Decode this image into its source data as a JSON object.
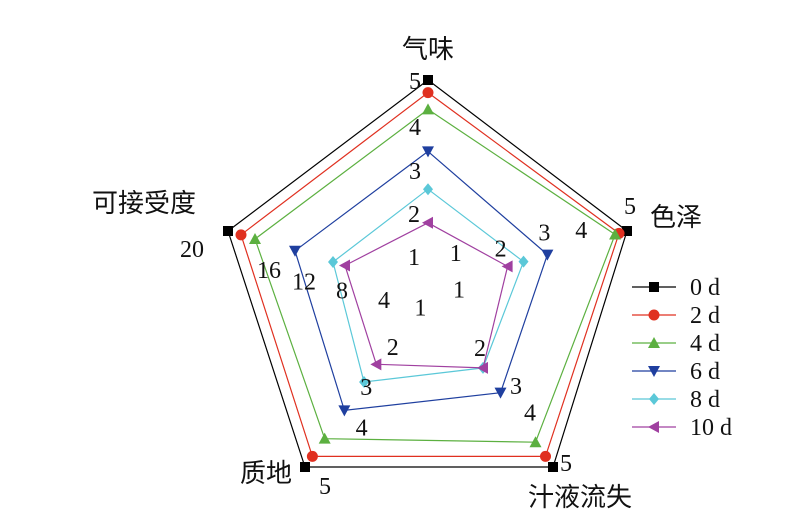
{
  "chart_data": {
    "type": "radar",
    "title": "",
    "categories": [
      "气味",
      "色泽",
      "汁液流失",
      "质地",
      "可接受度"
    ],
    "axis_ticks": [
      [
        "5",
        "4",
        "3",
        "2",
        "1"
      ],
      [
        "5",
        "4",
        "3",
        "2",
        "1"
      ],
      [
        "5",
        "4",
        "3",
        "2",
        "1"
      ],
      [
        "5",
        "4",
        "3",
        "2",
        "1"
      ],
      [
        "20",
        "16",
        "12",
        "8",
        "4"
      ]
    ],
    "axis_max": [
      5,
      5,
      5,
      5,
      20
    ],
    "axis_min": [
      0,
      0,
      0,
      0,
      0
    ],
    "series": [
      {
        "name": "0 d",
        "color": "#000000",
        "marker": "square",
        "values": [
          5.0,
          5.0,
          5.0,
          5.0,
          20.0
        ]
      },
      {
        "name": "2 d",
        "color": "#e03020",
        "marker": "circle",
        "values": [
          4.7,
          4.8,
          4.7,
          4.7,
          18.7
        ]
      },
      {
        "name": "4 d",
        "color": "#5cb040",
        "marker": "triangle-up",
        "values": [
          4.3,
          4.7,
          4.3,
          4.2,
          17.3
        ]
      },
      {
        "name": "6 d",
        "color": "#1f3f9f",
        "marker": "triangle-down",
        "values": [
          3.3,
          3.0,
          2.9,
          3.4,
          13.3
        ]
      },
      {
        "name": "8 d",
        "color": "#5bc8d8",
        "marker": "diamond",
        "values": [
          2.4,
          2.4,
          2.2,
          2.6,
          9.5
        ]
      },
      {
        "name": "10 d",
        "color": "#a040a0",
        "marker": "triangle-left",
        "values": [
          1.6,
          2.0,
          2.2,
          2.1,
          8.3
        ]
      }
    ],
    "legend_position": "right",
    "grid": false
  }
}
